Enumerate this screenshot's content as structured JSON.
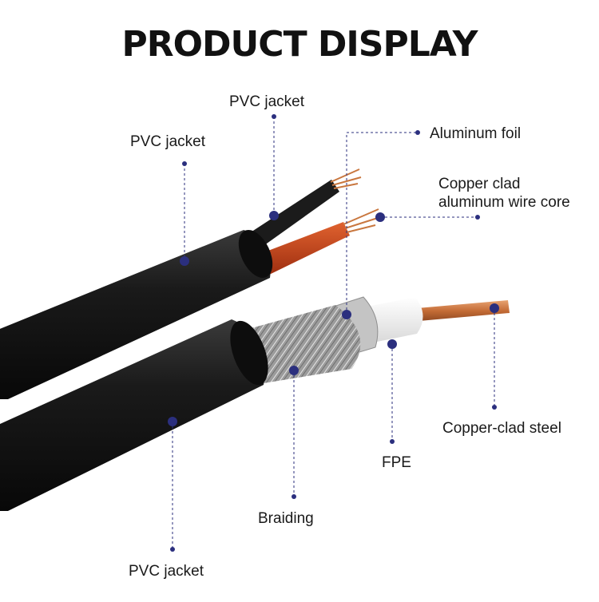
{
  "title": "PRODUCT DISPLAY",
  "labels": {
    "pvc_jacket_top": "PVC jacket",
    "pvc_jacket_left": "PVC jacket",
    "aluminum_foil": "Aluminum foil",
    "copper_clad_aluminum_line1": "Copper clad",
    "copper_clad_aluminum_line2": "aluminum wire core",
    "copper_clad_steel": "Copper-clad steel",
    "fpe": "FPE",
    "braiding": "Braiding",
    "pvc_jacket_bottom": "PVC jacket"
  },
  "colors": {
    "marker": "#2b2f7e",
    "jacket": "#161616",
    "red_wire": "#c8431c",
    "copper": "#c9773f",
    "braid": "#b9b9b9",
    "foam": "#f0f0f0"
  }
}
